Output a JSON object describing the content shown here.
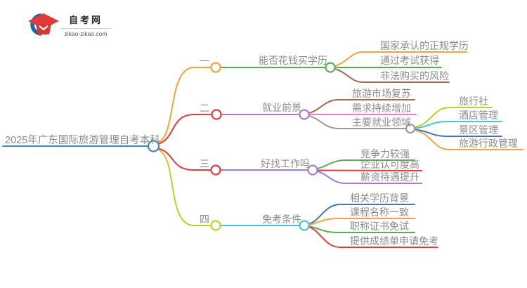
{
  "logo": {
    "site_name": "自考网",
    "site_url": "zikao-zikao.com",
    "icon": "graduation-cap-logo-icon"
  },
  "colors": {
    "root_blue": "#4285c9",
    "orange": "#f7a13c",
    "red": "#e23c3c",
    "yellow_green": "#c3cc2d",
    "green": "#52b152",
    "purple": "#a779d9",
    "cyan": "#44c3e3",
    "brown": "#9c6a55",
    "pink": "#f878c8",
    "gray": "#9c9c9c",
    "blue": "#3c78bd",
    "text_gray": "#8b8b8b",
    "logo_red": "#e03c3c",
    "logo_blue": "#1b67a8"
  },
  "mindmap": {
    "root": {
      "label": "2025年广东国际旅游管理自考本科"
    },
    "branches": [
      {
        "index_label": "一",
        "topic": "能否花钱买学历",
        "children": [
          {
            "label": "国家承认的正规学历"
          },
          {
            "label": "通过考试获得"
          },
          {
            "label": "非法购买的风险"
          }
        ]
      },
      {
        "index_label": "二",
        "topic": "就业前景",
        "children": [
          {
            "label": "旅游市场复苏"
          },
          {
            "label": "需求持续增加"
          },
          {
            "label": "主要就业领域",
            "children": [
              {
                "label": "旅行社"
              },
              {
                "label": "酒店管理"
              },
              {
                "label": "景区管理"
              },
              {
                "label": "旅游行政管理"
              }
            ]
          }
        ]
      },
      {
        "index_label": "三",
        "topic": "好找工作吗",
        "children": [
          {
            "label": "竞争力较强"
          },
          {
            "label": "企业认可度高"
          },
          {
            "label": "薪资待遇提升"
          }
        ]
      },
      {
        "index_label": "四",
        "topic": "免考条件",
        "children": [
          {
            "label": "相关学历背景"
          },
          {
            "label": "课程名称一致"
          },
          {
            "label": "职称证书免试"
          },
          {
            "label": "提供成绩单申请免考"
          }
        ]
      }
    ]
  }
}
